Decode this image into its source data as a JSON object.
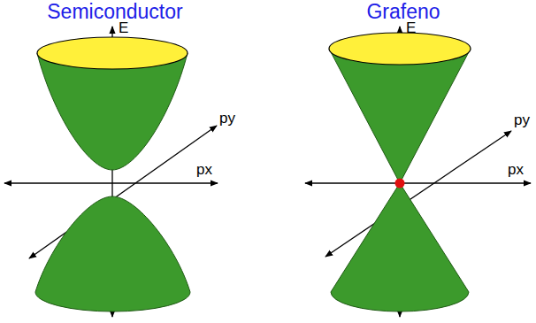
{
  "diagram": {
    "labels": [
      "Semiconductor",
      "E",
      "py",
      "px",
      "Grafeno",
      "E",
      "py",
      "px"
    ]
  }
}
